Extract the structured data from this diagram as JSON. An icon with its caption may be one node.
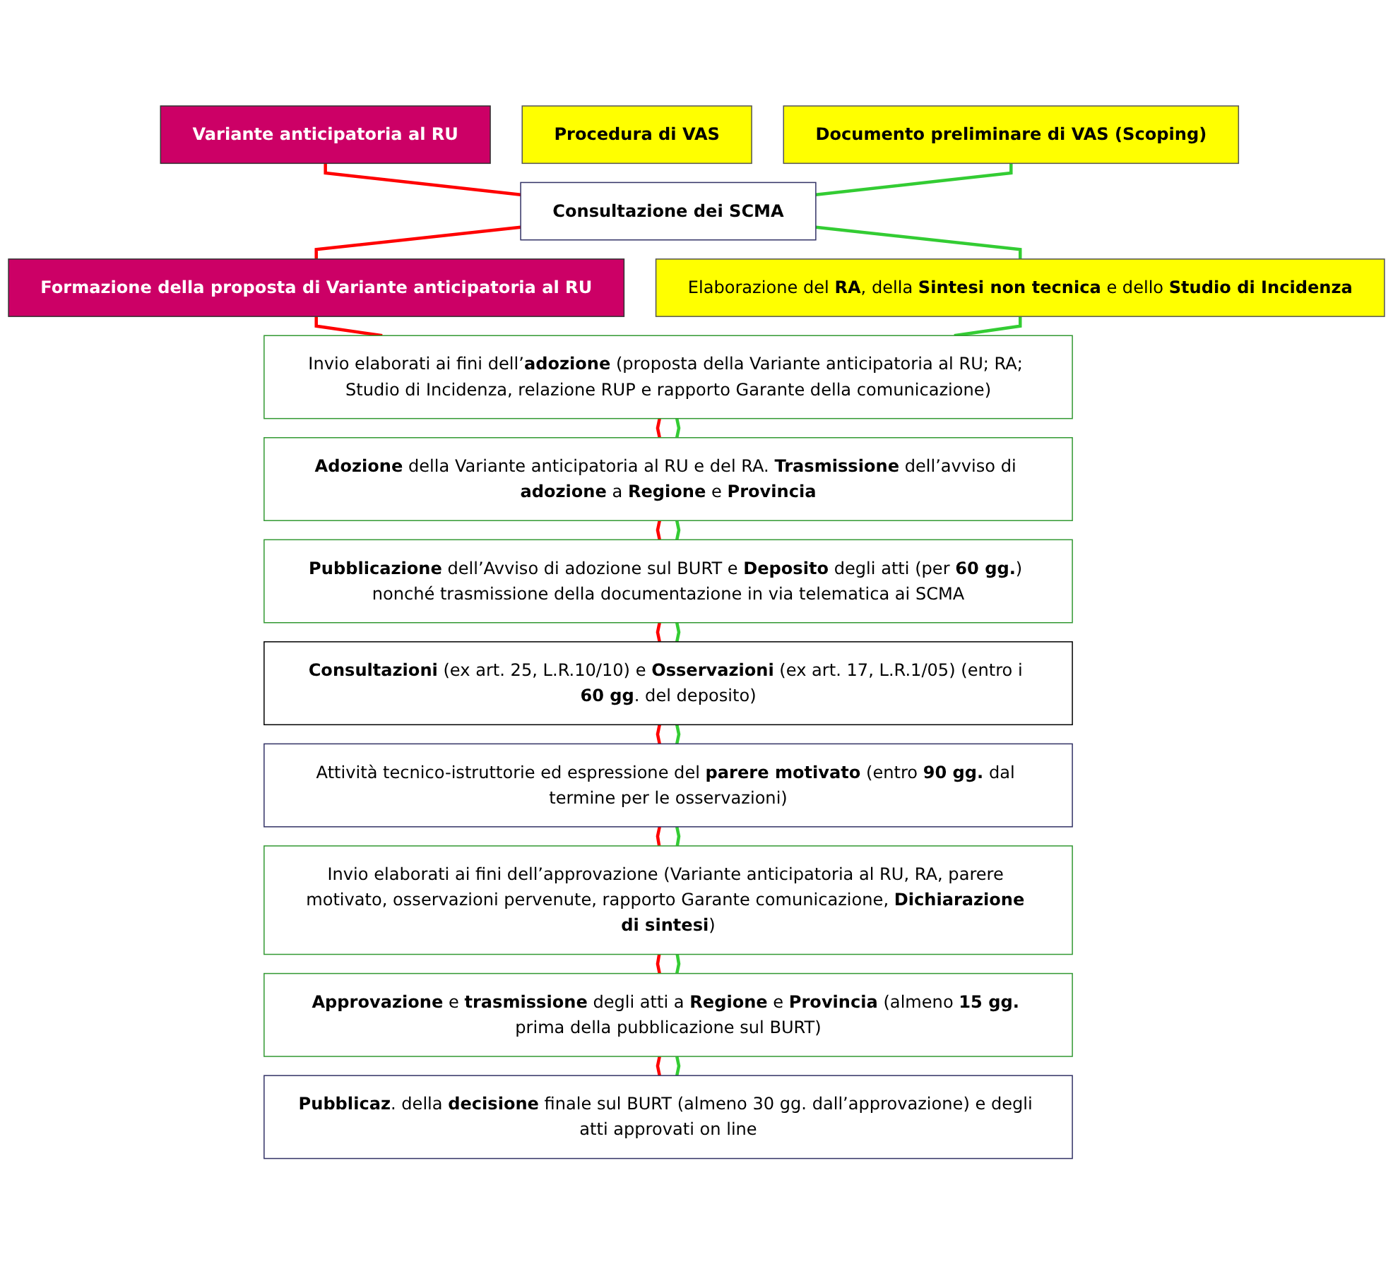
{
  "diagram": {
    "nodes": [
      {
        "text": [
          "Variante anticipatoria al RU"
        ]
      },
      {
        "text": [
          "Procedura di VAS"
        ]
      },
      {
        "text": [
          "Documento preliminare di VAS (Scoping)"
        ]
      },
      {
        "text": [
          "Consultazione dei SCMA"
        ]
      },
      {
        "text": [
          "Formazione della proposta di Variante anticipatoria al RU"
        ]
      },
      {
        "text": [
          "Elaborazione del **RA**, della **Sintesi non tecnica** e dello **Studio di Incidenza**"
        ]
      },
      {
        "text": [
          "Invio elaborati ai fini dell’**adozione** (proposta della Variante anticipatoria al RU; RA; Studio di Incidenza, relazione RUP e rapporto Garante della comunicazione)"
        ]
      },
      {
        "text": [
          "**Adozione** della Variante anticipatoria al RU e del RA. **Trasmissione** dell’avviso di **adozione** a **Regione** e **Provincia**"
        ]
      },
      {
        "text": [
          "**Pubblicazione** dell’Avviso di adozione sul BURT e **Deposito** degli atti (per **60 gg.**) nonché trasmissione della documentazione in via telematica ai SCMA"
        ]
      },
      {
        "text": [
          "**Consultazioni** (ex art. 25, L.R.10/10) e **Osservazioni** (ex art. 17, L.R.1/05) (entro i **60 gg**. del deposito)"
        ]
      },
      {
        "text": [
          "Attività tecnico-istruttorie ed espressione del **parere motivato** (entro **90 gg.** dal termine per le osservazioni)"
        ]
      },
      {
        "text": [
          "Invio elaborati ai fini dell’approvazione (Variante anticipatoria al RU, RA, parere motivato, osservazioni pervenute, rapporto Garante comunicazione, **Dichiarazione di sintesi**)"
        ]
      },
      {
        "text": [
          "**Approvazione** e **trasmissione** degli atti a **Regione** e **Provincia** (almeno **15 gg.** prima della pubblicazione sul BURT)"
        ]
      },
      {
        "text": [
          "**Pubblicaz**. della **decisione** finale sul BURT (almeno 30 gg. dall’approvazione) e degli atti approvati on line"
        ]
      }
    ],
    "edges": [
      {
        "from": 0,
        "to": 3,
        "arrow": "none",
        "color": "#ff0000"
      },
      {
        "from": 2,
        "to": 3,
        "arrow": "none",
        "color": "#33cc33"
      },
      {
        "from": 3,
        "to": 4,
        "arrow": "none",
        "color": "#ff0000"
      },
      {
        "from": 3,
        "to": 5,
        "arrow": "none",
        "color": "#33cc33"
      },
      {
        "from": 4,
        "to": 6,
        "arrow": "none",
        "color": "#ff0000"
      },
      {
        "from": 5,
        "to": 6,
        "arrow": "none",
        "color": "#33cc33"
      },
      {
        "from": 6,
        "to": 7,
        "arrow": "none",
        "color": "#ff0000"
      },
      {
        "from": 6,
        "to": 7,
        "arrow": "none",
        "color": "#33cc33"
      },
      {
        "from": 7,
        "to": 8,
        "arrow": "none",
        "color": "#ff0000"
      },
      {
        "from": 7,
        "to": 8,
        "arrow": "none",
        "color": "#33cc33"
      },
      {
        "from": 8,
        "to": 9,
        "arrow": "none",
        "color": "#ff0000"
      },
      {
        "from": 8,
        "to": 9,
        "arrow": "none",
        "color": "#33cc33"
      },
      {
        "from": 9,
        "to": 10,
        "arrow": "none",
        "color": "#ff0000"
      },
      {
        "from": 9,
        "to": 10,
        "arrow": "none",
        "color": "#33cc33"
      },
      {
        "from": 10,
        "to": 11,
        "arrow": "none",
        "color": "#ff0000"
      },
      {
        "from": 10,
        "to": 11,
        "arrow": "none",
        "color": "#33cc33"
      },
      {
        "from": 11,
        "to": 12,
        "arrow": "none",
        "color": "#ff0000"
      },
      {
        "from": 11,
        "to": 12,
        "arrow": "none",
        "color": "#33cc33"
      },
      {
        "from": 12,
        "to": 13,
        "arrow": "none",
        "color": "#ff0000"
      },
      {
        "from": 12,
        "to": 13,
        "arrow": "none",
        "color": "#33cc33"
      }
    ]
  }
}
